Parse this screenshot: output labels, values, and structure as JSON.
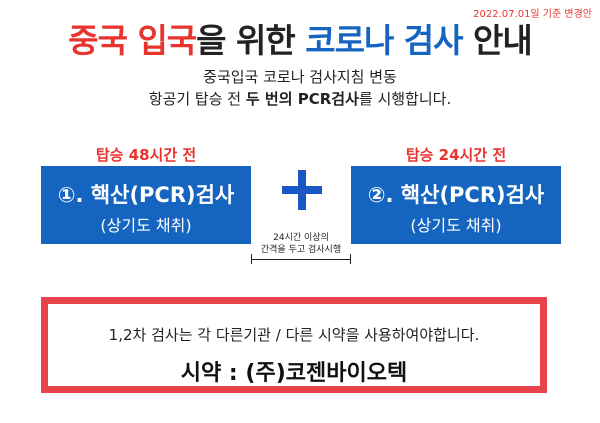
{
  "date_note": "2022.07.01일 기준 변경안",
  "title": {
    "part1": "중국 입국",
    "part2": "을 위한 ",
    "part3": "코로나 검사",
    "part4": " 안내"
  },
  "subtitle": {
    "line1": "중국입국 코로나 검사지침 변동",
    "line2_prefix": "항공기 탑승 전 ",
    "line2_bold": "두 번의 PCR검사",
    "line2_suffix": "를 시행합니다."
  },
  "steps": [
    {
      "timing": "탑승 48시간 전",
      "title": "①. 핵산(PCR)검사",
      "subtitle": "(상기도 채취)"
    },
    {
      "timing": "탑승 24시간 전",
      "title": "②. 핵산(PCR)검사",
      "subtitle": "(상기도 채취)"
    }
  ],
  "gap_note": {
    "line1": "24시간 이상의",
    "line2": "간격을 두고 검사시행"
  },
  "notice": {
    "line1": "1,2차 검사는 각 다른기관 / 다른 시약을 사용하여야합니다.",
    "line2": "시약 : (주)코젠바이오텍"
  },
  "colors": {
    "accent_red": "#e8342e",
    "accent_blue": "#1565c0",
    "border_red": "#e8424a"
  },
  "icons": {
    "plus": "plus-icon"
  }
}
